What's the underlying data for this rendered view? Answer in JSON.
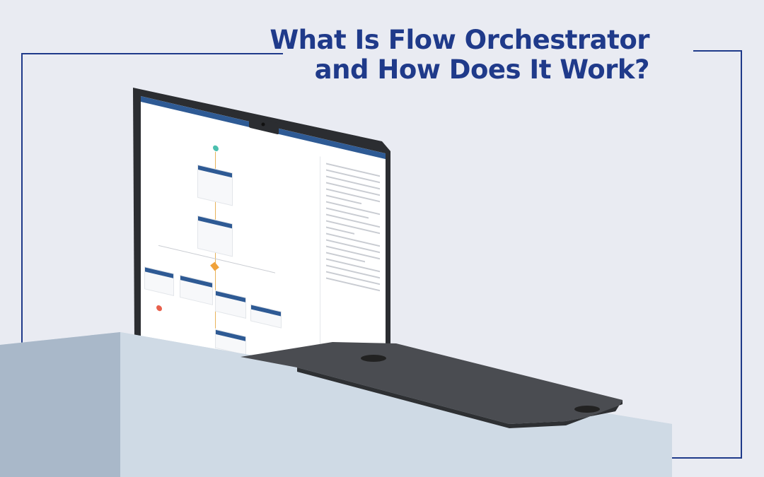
{
  "title": {
    "line1": "What Is Flow Orchestrator",
    "line2": "and How Does It Work?"
  },
  "colors": {
    "accent": "#1f3a8a",
    "background": "#e9ebf2",
    "screen_header": "#2e5a94"
  },
  "icons": [
    "laptop-illustration",
    "webcam-icon",
    "flow-stage-icon"
  ]
}
